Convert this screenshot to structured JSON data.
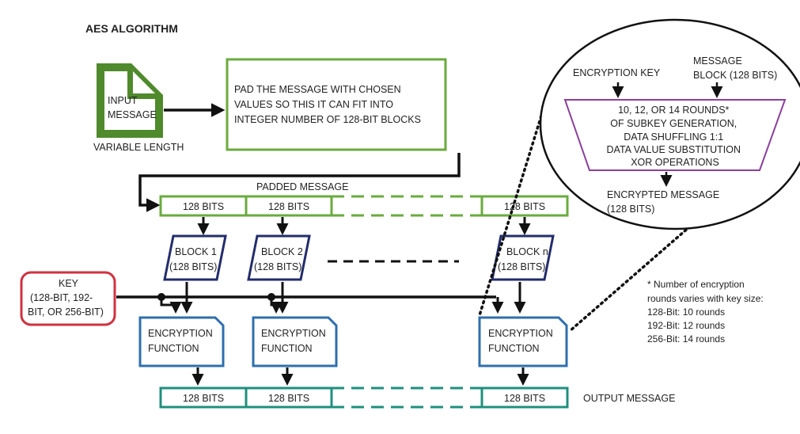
{
  "title": "AES ALGORITHM",
  "input": {
    "lines": [
      "INPUT",
      "MESSAGE"
    ],
    "caption": "VARIABLE LENGTH"
  },
  "pad_box": {
    "lines": [
      "PAD THE MESSAGE WITH CHOSEN",
      "VALUES SO THIS IT CAN FIT INTO",
      "INTEGER NUMBER OF 128-BIT BLOCKS"
    ]
  },
  "padded_message": {
    "label": "PADDED MESSAGE",
    "cells": [
      "128 BITS",
      "128 BITS",
      "128 BITS"
    ]
  },
  "blocks": [
    {
      "lines": [
        "BLOCK 1",
        "(128 BITS)"
      ]
    },
    {
      "lines": [
        "BLOCK 2",
        "(128 BITS)"
      ]
    },
    {
      "lines": [
        "BLOCK n",
        "(128 BITS)"
      ]
    }
  ],
  "key": {
    "lines": [
      "KEY",
      "(128-BIT, 192-",
      "BIT, OR 256-BIT)"
    ]
  },
  "encryption_function": {
    "lines": [
      "ENCRYPTION",
      "FUNCTION"
    ]
  },
  "output_message": {
    "label": "OUTPUT MESSAGE",
    "cells": [
      "128 BITS",
      "128 BITS",
      "128 BITS"
    ]
  },
  "detail": {
    "encryption_key": "ENCRYPTION KEY",
    "message_block": [
      "MESSAGE",
      "BLOCK (128 BITS)"
    ],
    "rounds": [
      "10, 12, OR 14 ROUNDS*",
      "OF SUBKEY GENERATION,",
      "DATA SHUFFLING 1:1",
      "DATA VALUE SUBSTITUTION",
      "XOR OPERATIONS"
    ],
    "encrypted": [
      "ENCRYPTED MESSAGE",
      "(128 BITS)"
    ]
  },
  "footnote": {
    "lines": [
      "* Number of encryption",
      "rounds varies with key size:",
      "128-Bit: 10 rounds",
      "192-Bit: 12 rounds",
      "256-Bit: 14 rounds"
    ]
  },
  "colors": {
    "green": "#6aab3e",
    "darkgreen": "#4f8a2c",
    "navy": "#232d6b",
    "blue": "#2f6fad",
    "red": "#d0313f",
    "teal": "#1f8f7e",
    "purple": "#8a3f9e",
    "black": "#111111"
  }
}
